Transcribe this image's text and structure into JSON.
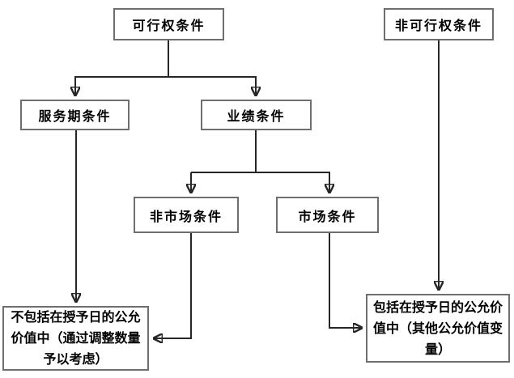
{
  "diagram": {
    "background_color": "#ffffff",
    "box_border_color": "#6e6e6e",
    "arrow_color": "#262626",
    "text_color": "#000000",
    "nodes": {
      "vesting": {
        "label": "可行权条件"
      },
      "non_vesting": {
        "label": "非可行权条件"
      },
      "service_period": {
        "label": "服务期条件"
      },
      "performance": {
        "label": "业绩条件"
      },
      "non_market": {
        "label": "非市场条件"
      },
      "market": {
        "label": "市场条件"
      },
      "excluded_fair_value": {
        "label": "不包括在授予日的公允价值中（通过调整数量予以考虑）"
      },
      "included_fair_value": {
        "label": "包括在授予日的公允价值中（其他公允价值变量）"
      }
    },
    "edges": [
      {
        "from": "可行权条件",
        "to": "服务期条件"
      },
      {
        "from": "可行权条件",
        "to": "业绩条件"
      },
      {
        "from": "业绩条件",
        "to": "非市场条件"
      },
      {
        "from": "业绩条件",
        "to": "市场条件"
      },
      {
        "from": "服务期条件",
        "to": "不包括在授予日的公允价值中（通过调整数量予以考虑）"
      },
      {
        "from": "非市场条件",
        "to": "不包括在授予日的公允价值中（通过调整数量予以考虑）"
      },
      {
        "from": "市场条件",
        "to": "包括在授予日的公允价值中（其他公允价值变量）"
      },
      {
        "from": "非可行权条件",
        "to": "包括在授予日的公允价值中（其他公允价值变量）"
      }
    ]
  }
}
